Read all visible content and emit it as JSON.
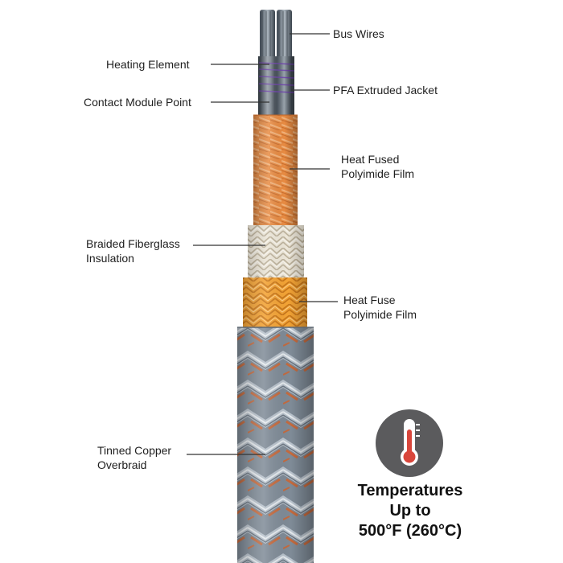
{
  "labels": {
    "bus_wires": "Bus Wires",
    "heating_element": "Heating Element",
    "pfa_jacket": "PFA Extruded Jacket",
    "contact_point": "Contact Module Point",
    "heat_fused_film_1": "Heat Fused",
    "heat_fused_film_2": "Polyimide Film",
    "braided_fiberglass_1": "Braided Fiberglass",
    "braided_fiberglass_2": "Insulation",
    "heat_fuse_film_1": "Heat Fuse",
    "heat_fuse_film_2": "Polyimide Film",
    "overbraid_1": "Tinned Copper",
    "overbraid_2": "Overbraid"
  },
  "temperature": {
    "line1": "Temperatures",
    "line2": "Up to",
    "line3": "500°F (260°C)",
    "icon": "thermometer-icon"
  },
  "colors": {
    "film_amber": "#e8893a",
    "film_orange": "#f29a26",
    "overbraid_steel": "#8e9aa6",
    "copper": "#c46a3e",
    "fiberglass": "#e9e2d2",
    "icon_circle": "#5b5b5d",
    "thermo_red": "#d9463b"
  }
}
